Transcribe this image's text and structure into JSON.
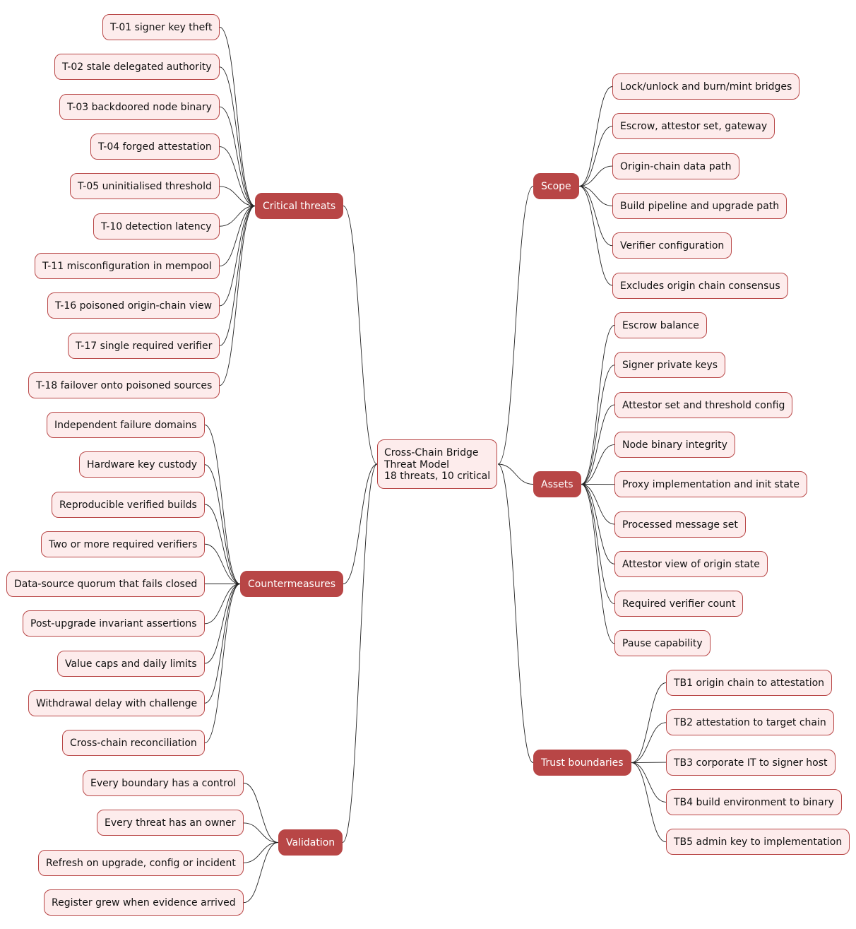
{
  "root": {
    "label": "Cross-Chain Bridge\nThreat Model\n18 threats, 10 critical"
  },
  "branches": {
    "critical": {
      "label": "Critical threats",
      "items": [
        "T-01 signer key theft",
        "T-02 stale delegated authority",
        "T-03 backdoored node binary",
        "T-04 forged attestation",
        "T-05 uninitialised threshold",
        "T-10 detection latency",
        "T-11 misconfiguration in mempool",
        "T-16 poisoned origin-chain view",
        "T-17 single required verifier",
        "T-18 failover onto poisoned sources"
      ]
    },
    "countermeasures": {
      "label": "Countermeasures",
      "items": [
        "Independent failure domains",
        "Hardware key custody",
        "Reproducible verified builds",
        "Two or more required verifiers",
        "Data-source quorum that fails closed",
        "Post-upgrade invariant assertions",
        "Value caps and daily limits",
        "Withdrawal delay with challenge",
        "Cross-chain reconciliation"
      ]
    },
    "validation": {
      "label": "Validation",
      "items": [
        "Every boundary has a control",
        "Every threat has an owner",
        "Refresh on upgrade, config or incident",
        "Register grew when evidence arrived"
      ]
    },
    "scope": {
      "label": "Scope",
      "items": [
        "Lock/unlock and burn/mint bridges",
        "Escrow, attestor set, gateway",
        "Origin-chain data path",
        "Build pipeline and upgrade path",
        "Verifier configuration",
        "Excludes origin chain consensus"
      ]
    },
    "assets": {
      "label": "Assets",
      "items": [
        "Escrow balance",
        "Signer private keys",
        "Attestor set and threshold config",
        "Node binary integrity",
        "Proxy implementation and init state",
        "Processed message set",
        "Attestor view of origin state",
        "Required verifier count",
        "Pause capability"
      ]
    },
    "trust": {
      "label": "Trust boundaries",
      "items": [
        "TB1 origin chain to attestation",
        "TB2 attestation to target chain",
        "TB3 corporate IT to signer host",
        "TB4 build environment to binary",
        "TB5 admin key to implementation"
      ]
    }
  },
  "colors": {
    "accent": "#b84646",
    "leaf_fill": "#fdecec",
    "line": "#222222"
  }
}
